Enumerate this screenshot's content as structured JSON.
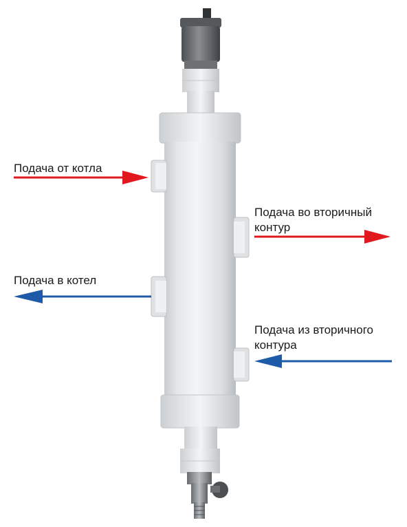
{
  "labels": {
    "supply_from_boiler": "Подача от котла",
    "supply_to_secondary": [
      "Подача во вторичный",
      "контур"
    ],
    "supply_to_boiler": "Подача в котел",
    "supply_from_secondary": [
      "Подача из вторичного",
      "контура"
    ]
  },
  "colors": {
    "hot_arrow": "#e1191f",
    "cold_arrow": "#1d5aa8",
    "body": "#e9eaeb"
  },
  "icons": [
    "air-vent-icon",
    "drain-valve-icon"
  ]
}
